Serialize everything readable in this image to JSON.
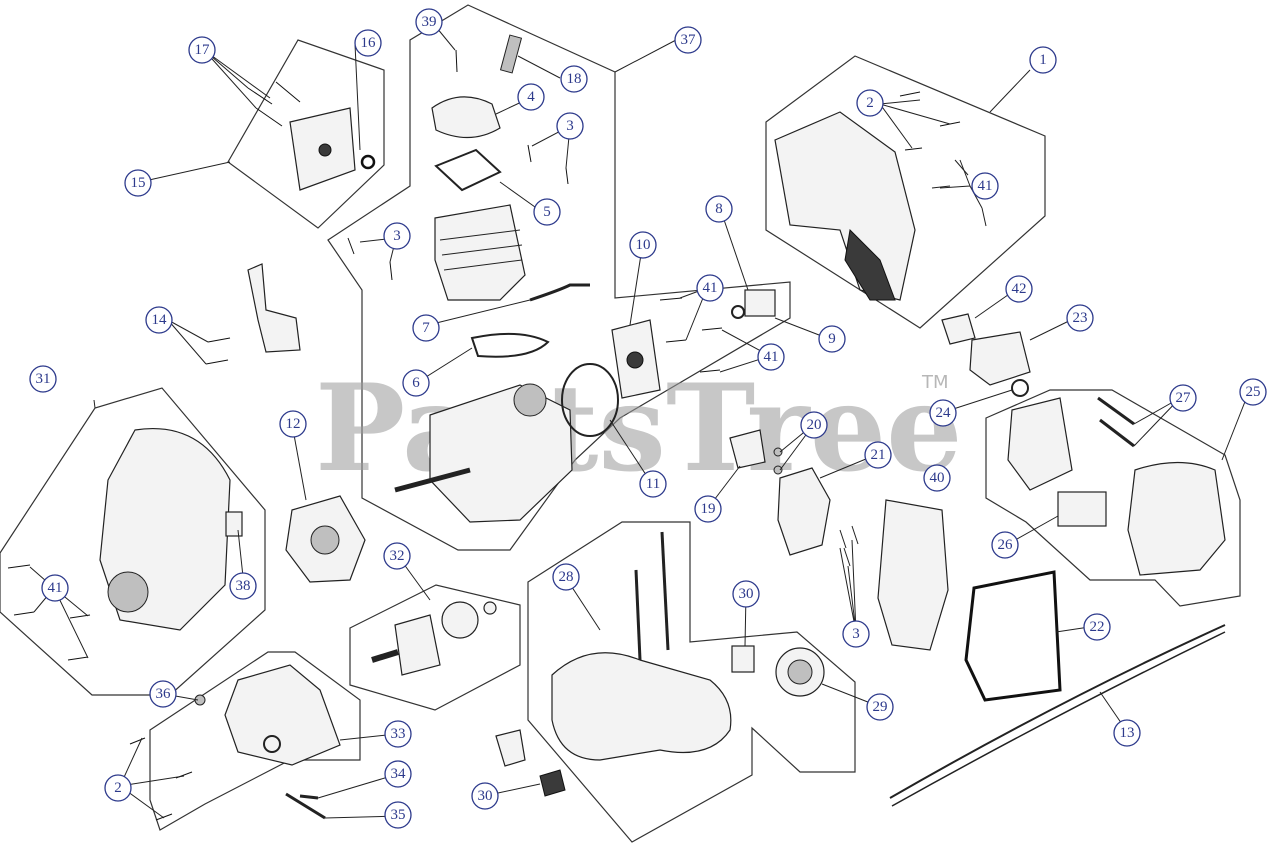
{
  "watermark": {
    "text": "PartsTree",
    "mark": "TM"
  },
  "callouts": [
    {
      "id": "c1",
      "label": "1"
    },
    {
      "id": "c2a",
      "label": "2"
    },
    {
      "id": "c2b",
      "label": "2"
    },
    {
      "id": "c3a",
      "label": "3"
    },
    {
      "id": "c3b",
      "label": "3"
    },
    {
      "id": "c3c",
      "label": "3"
    },
    {
      "id": "c4",
      "label": "4"
    },
    {
      "id": "c5",
      "label": "5"
    },
    {
      "id": "c6",
      "label": "6"
    },
    {
      "id": "c7",
      "label": "7"
    },
    {
      "id": "c8",
      "label": "8"
    },
    {
      "id": "c9",
      "label": "9"
    },
    {
      "id": "c10",
      "label": "10"
    },
    {
      "id": "c11",
      "label": "11"
    },
    {
      "id": "c12",
      "label": "12"
    },
    {
      "id": "c13",
      "label": "13"
    },
    {
      "id": "c14",
      "label": "14"
    },
    {
      "id": "c15",
      "label": "15"
    },
    {
      "id": "c16",
      "label": "16"
    },
    {
      "id": "c17",
      "label": "17"
    },
    {
      "id": "c18",
      "label": "18"
    },
    {
      "id": "c19",
      "label": "19"
    },
    {
      "id": "c20",
      "label": "20"
    },
    {
      "id": "c21",
      "label": "21"
    },
    {
      "id": "c22",
      "label": "22"
    },
    {
      "id": "c23",
      "label": "23"
    },
    {
      "id": "c24",
      "label": "24"
    },
    {
      "id": "c25",
      "label": "25"
    },
    {
      "id": "c26",
      "label": "26"
    },
    {
      "id": "c27",
      "label": "27"
    },
    {
      "id": "c28",
      "label": "28"
    },
    {
      "id": "c29",
      "label": "29"
    },
    {
      "id": "c30a",
      "label": "30"
    },
    {
      "id": "c30b",
      "label": "30"
    },
    {
      "id": "c31",
      "label": "31"
    },
    {
      "id": "c32",
      "label": "32"
    },
    {
      "id": "c33",
      "label": "33"
    },
    {
      "id": "c34",
      "label": "34"
    },
    {
      "id": "c35",
      "label": "35"
    },
    {
      "id": "c36",
      "label": "36"
    },
    {
      "id": "c37",
      "label": "37"
    },
    {
      "id": "c38",
      "label": "38"
    },
    {
      "id": "c39",
      "label": "39"
    },
    {
      "id": "c40",
      "label": "40"
    },
    {
      "id": "c41a",
      "label": "41"
    },
    {
      "id": "c41b",
      "label": "41"
    },
    {
      "id": "c41c",
      "label": "41"
    },
    {
      "id": "c41d",
      "label": "41"
    },
    {
      "id": "c42",
      "label": "42"
    }
  ]
}
